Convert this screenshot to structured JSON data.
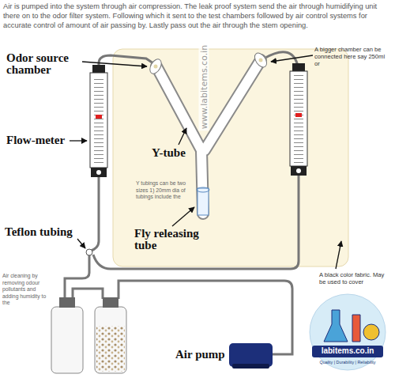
{
  "diagram": {
    "caption": "Air is pumped into the system through air compression. The leak proof system send the air through humidifying unit there on to the odor filter system. Following which it sent to the test chambers followed by air control systems for accurate control of amount of air passing by. Lastly pass out the air through the stem opening.",
    "labels": [
      "Odor source chamber",
      "Flow-meter",
      "Y-tube",
      "A bigger chamber can be connected here say 250ml or",
      "Y tubings can be two sizes 1) 20mm dia of tubings include the",
      "Fly releasing tube",
      "Teflon tubing",
      "A black color fabric. May be used to cover",
      "Air cleaning by removing odour pollutants and adding humidity to the",
      "Air pump",
      "www.labitems.co.in",
      "labitems.co.in",
      "Quality | Durability | Reliability"
    ]
  }
}
